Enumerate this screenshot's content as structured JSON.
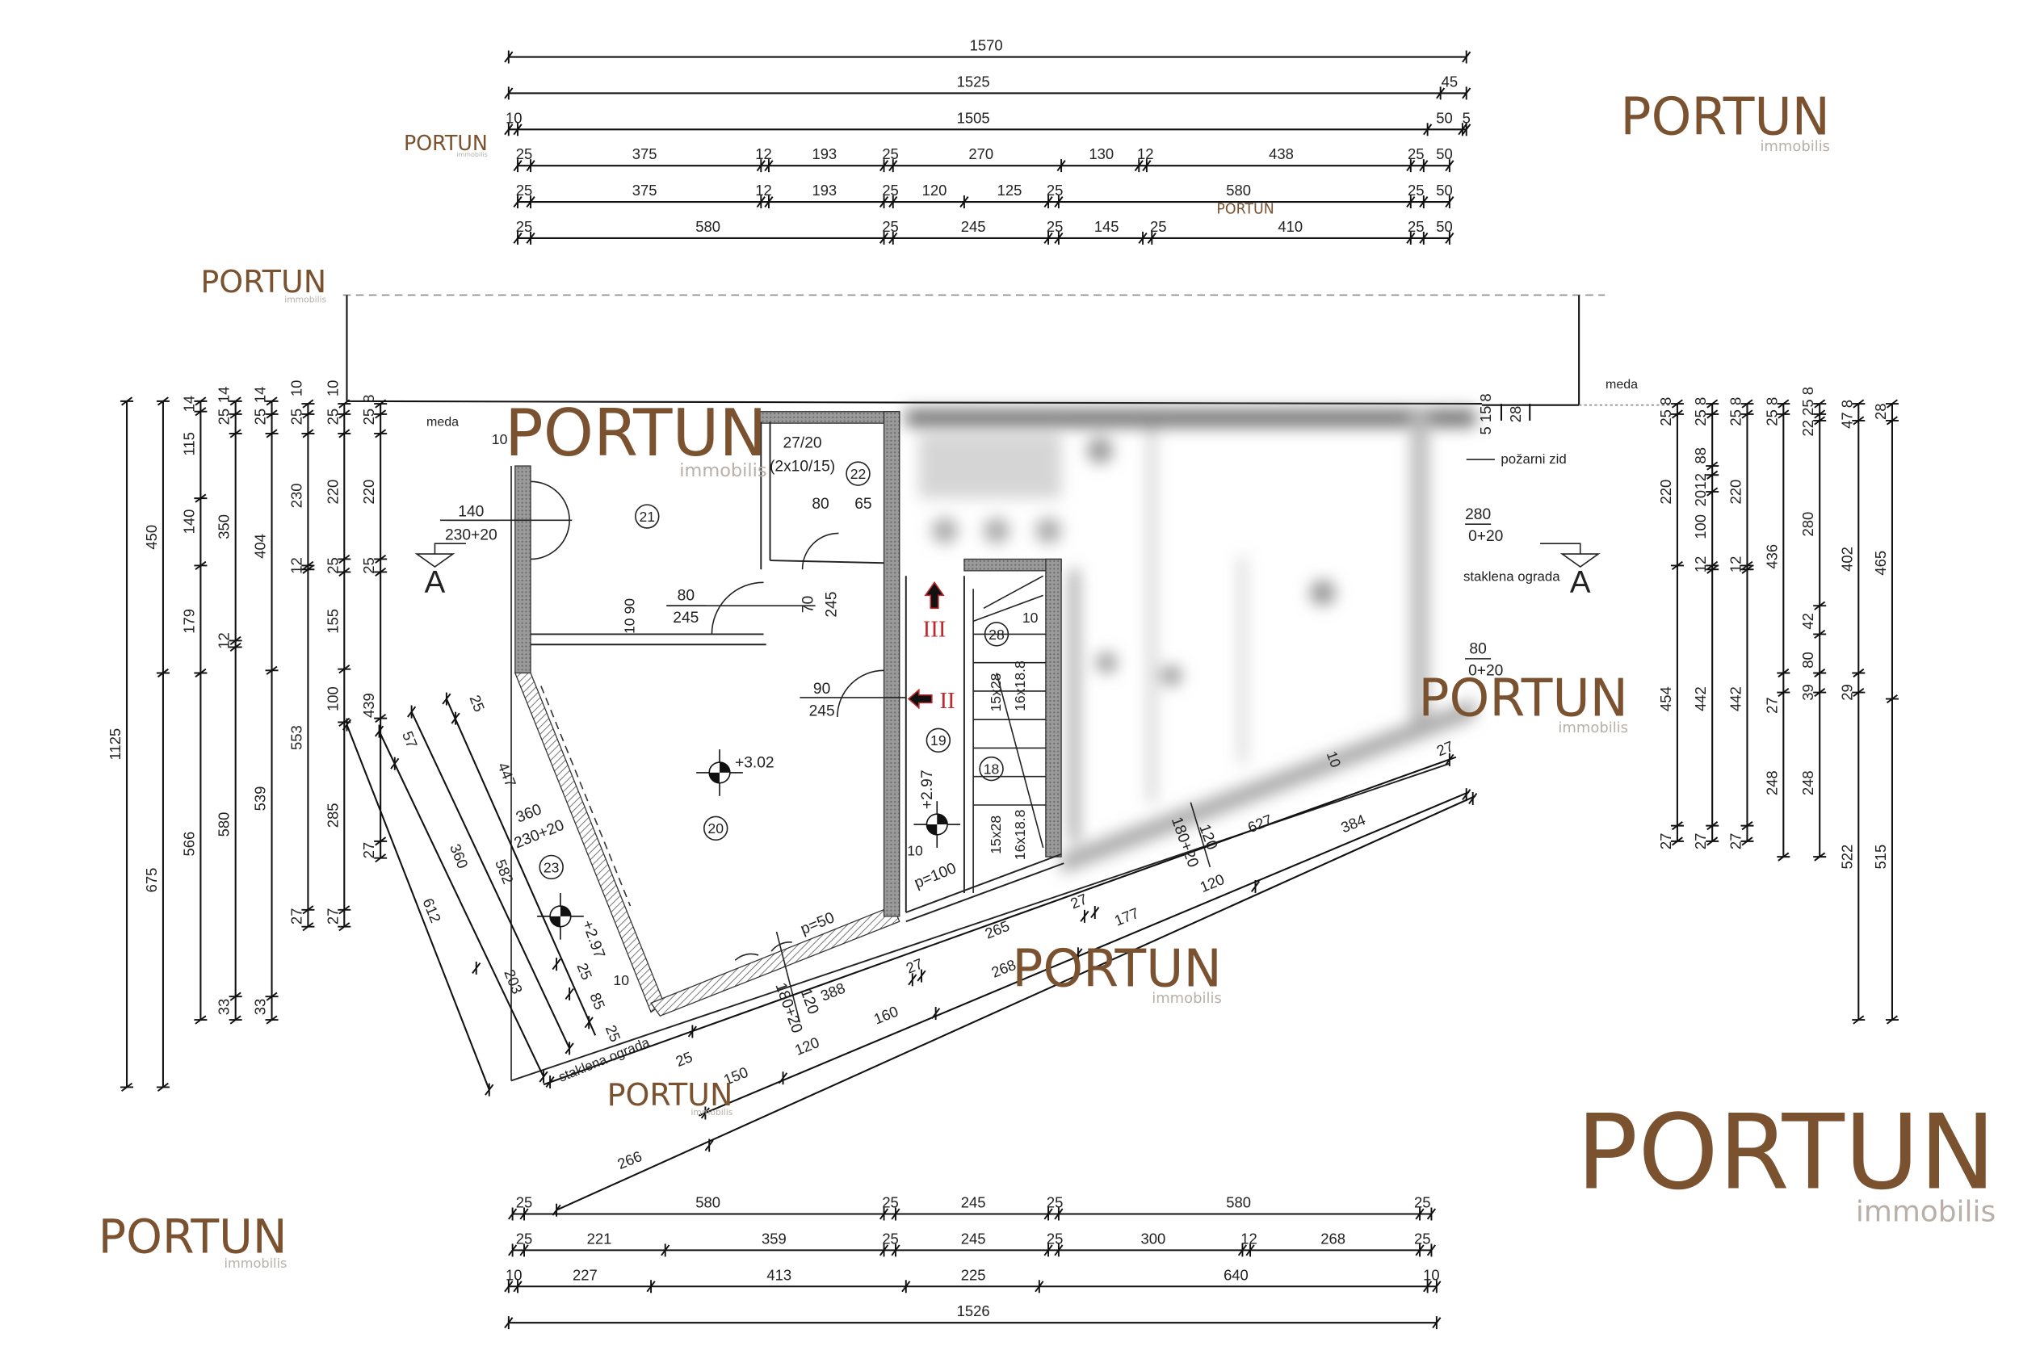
{
  "colors": {
    "watermark": "#7a5230",
    "marker_red": "#c0282d",
    "wall": "#8c8c8c"
  },
  "dimensions": {
    "top_rows": [
      [
        "1570"
      ],
      [
        "1525",
        "45"
      ],
      [
        "10",
        "1505",
        "50",
        "5"
      ],
      [
        "25",
        "375",
        "12",
        "193",
        "25",
        "270",
        "130",
        "12",
        "438",
        "25",
        "50"
      ],
      [
        "25",
        "375",
        "12",
        "193",
        "25",
        "120",
        "125",
        "25",
        "580",
        "25",
        "50"
      ],
      [
        "25",
        "580",
        "25",
        "245",
        "25",
        "145",
        "25",
        "410",
        "25",
        "50"
      ]
    ],
    "bottom_rows": [
      [
        "25",
        "580",
        "25",
        "245",
        "25",
        "580",
        "25"
      ],
      [
        "25",
        "221",
        "359",
        "25",
        "245",
        "25",
        "300",
        "12",
        "268",
        "25"
      ],
      [
        "10",
        "227",
        "413",
        "225",
        "640",
        "10"
      ],
      [
        "1526"
      ]
    ],
    "left_cols": [
      [
        "1125"
      ],
      [
        "450",
        "675"
      ],
      [
        "14",
        "115",
        "140",
        "179",
        "566"
      ],
      [
        "14",
        "25",
        "350",
        "12",
        "580",
        "33"
      ],
      [
        "14",
        "25",
        "404",
        "539",
        "33"
      ],
      [
        "10",
        "25",
        "230",
        "12",
        "553",
        "27"
      ],
      [
        "10",
        "25",
        "220",
        "25",
        "155",
        "100",
        "285",
        "27"
      ],
      [
        "8",
        "25",
        "220",
        "25",
        "439",
        "27"
      ]
    ],
    "right_cols": [
      [
        "25 8",
        "220",
        "454",
        "27"
      ],
      [
        "25 8",
        "88",
        "12",
        "20",
        "100",
        "12",
        "442",
        "27"
      ],
      [
        "25 8",
        "220",
        "12",
        "442",
        "27"
      ],
      [
        "25 8",
        "436",
        "27",
        "248"
      ],
      [
        "22 25 8",
        "280",
        "42",
        "80",
        "39",
        "248"
      ],
      [
        "47 8",
        "402",
        "29",
        "522"
      ],
      [
        "28",
        "465",
        "515"
      ]
    ],
    "right_top_small": [
      "5 15 8",
      "28"
    ],
    "front_diagonals": [
      [
        "25",
        "388",
        "27",
        "265",
        "27",
        "627",
        "27"
      ],
      [
        "150",
        "120",
        "160",
        "177",
        "120"
      ],
      [
        "266",
        "268",
        "384"
      ]
    ],
    "side_diagonals": [
      [
        "612"
      ],
      [
        "57",
        "360"
      ],
      [
        "582",
        "203"
      ],
      [
        "25",
        "447",
        "25",
        "85",
        "25"
      ]
    ]
  },
  "labels": {
    "meda_left": "meda",
    "meda_right": "meda",
    "fire_wall": "požarni zid",
    "glass_fence_right": "staklena ograda",
    "glass_fence_bottom": "staklena ograda",
    "section_left": "A",
    "section_right": "A",
    "wall_10_top": "10",
    "door_21_w": "140",
    "door_21_h": "230+20",
    "door_20_w": "80",
    "door_20_h": "245",
    "door_22_w": "70",
    "door_22_h": "245",
    "window_22_a": "27/20",
    "window_22_b": "(2x10/15)",
    "dim_80": "80",
    "dim_65": "65",
    "dim_10_90": "10 90",
    "door_19_w": "90",
    "door_19_h": "245",
    "window_23_w": "360",
    "window_23_h": "230+20",
    "window_r1_w": "280",
    "window_r1_h": "0+20",
    "window_r2_w": "80",
    "window_r2_h": "0+20",
    "door_front_w": "120",
    "door_front_h": "180+20",
    "door_front2_w": "120",
    "door_front2_h": "180+20",
    "level_20": "+3.02",
    "level_19": "+2.97",
    "level_23": "+2.97",
    "stair_10": "10",
    "p100": "p=100",
    "p50": "p=50",
    "wall_10_low": "10",
    "stair_right_10": "10",
    "stair_a1": "15x28",
    "stair_b1": "16x18.8",
    "stair_a2": "15x28",
    "stair_b2": "16x18.8",
    "marker_III": "III",
    "marker_II": "II",
    "blur_10": "10"
  },
  "rooms": [
    "21",
    "22",
    "20",
    "19",
    "18",
    "23",
    "28"
  ],
  "watermarks": [
    {
      "brand": "PORTUN",
      "sub": "immobilis"
    },
    {
      "brand": "PORTUN",
      "sub": "immobilis"
    },
    {
      "brand": "PORTUN",
      "sub": "immobilis"
    },
    {
      "brand": "PORTUN",
      "sub": "immobilis"
    },
    {
      "brand": "PORTUN",
      "sub": "immobilis"
    },
    {
      "brand": "PORTUN",
      "sub": "immobilis"
    },
    {
      "brand": "PORTUN",
      "sub": "immobilis"
    },
    {
      "brand": "PORTUN",
      "sub": "immobilis"
    },
    {
      "brand": "PORTUN",
      "sub": "immobilis"
    },
    {
      "brand": "PORTUN",
      "sub": ""
    }
  ]
}
